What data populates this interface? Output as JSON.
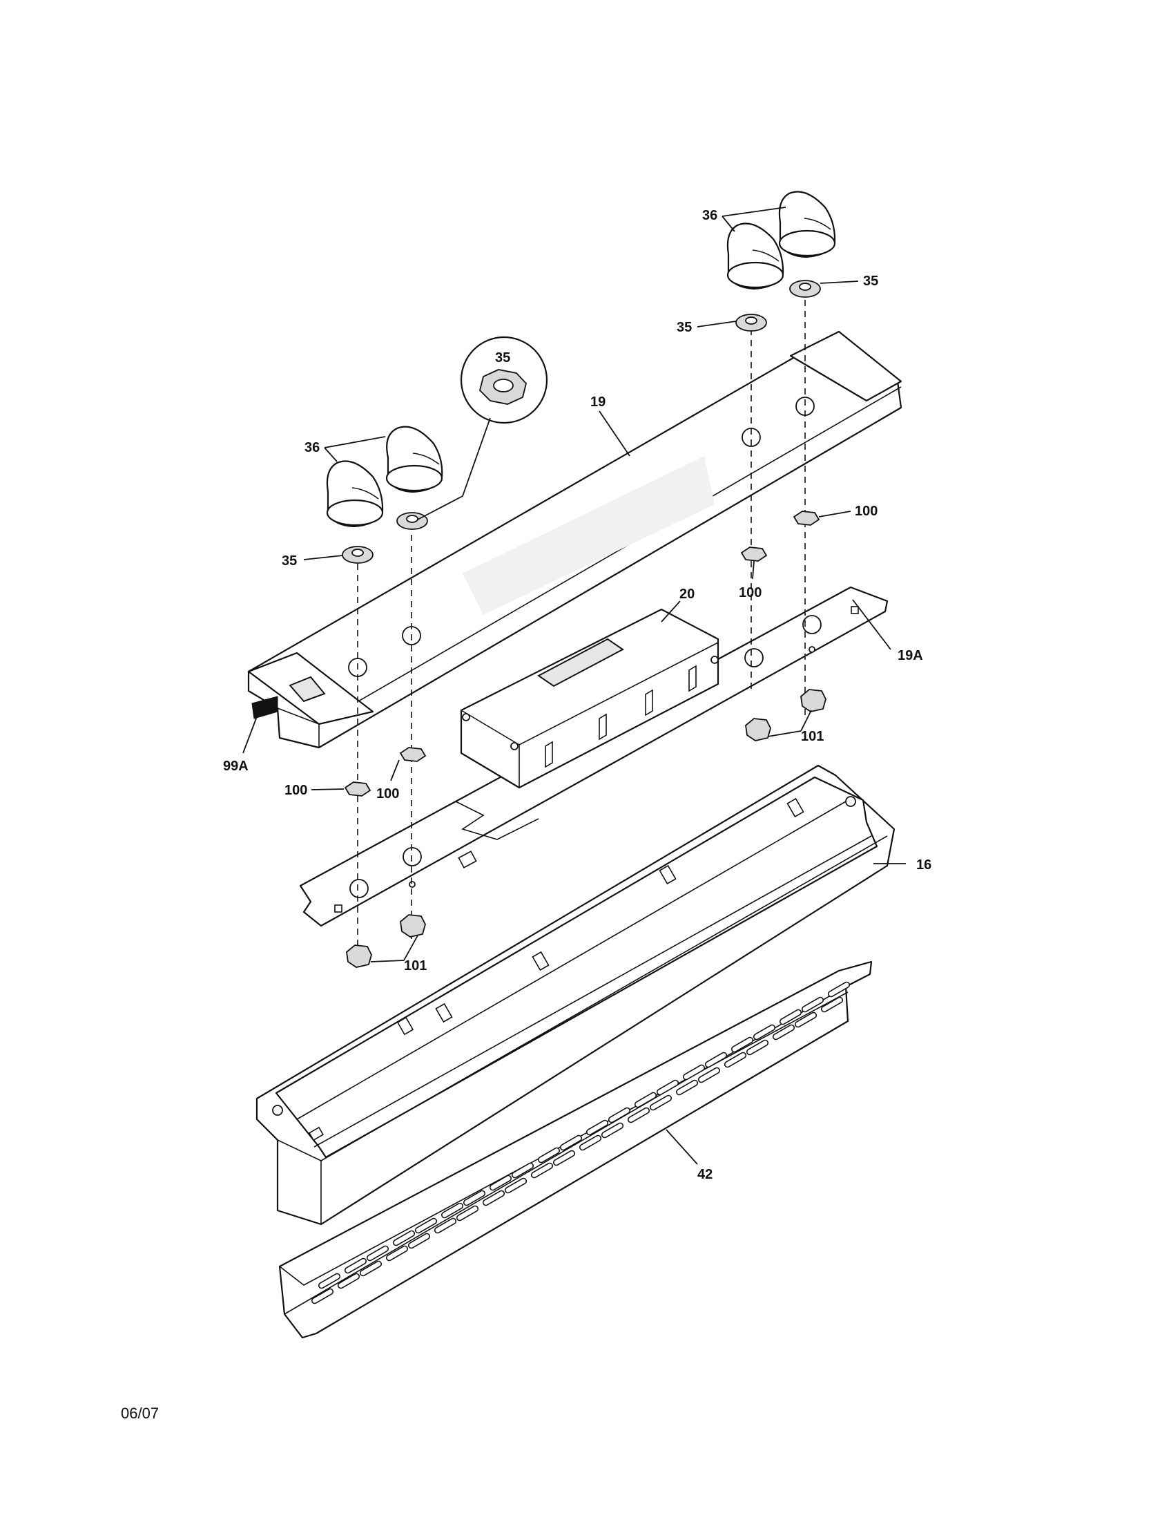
{
  "callouts": {
    "knob_left": "36",
    "knob_right": "36",
    "washer_detail": "35",
    "washer_left_lower": "35",
    "washer_right_mid": "35",
    "washer_right_top": "35",
    "panel": "19",
    "control_board": "20",
    "bracket": "19A",
    "ribbon": "99A",
    "spacer_right_top": "100",
    "spacer_right_mid": "100",
    "spacer_left_a": "100",
    "spacer_left_b": "100",
    "nut_right": "101",
    "nut_left": "101",
    "housing": "16",
    "vent_trim": "42"
  },
  "footer": {
    "date_code": "06/07"
  },
  "colors": {
    "line": "#111111",
    "paper": "#ffffff",
    "shade": "#e6e6e6"
  }
}
